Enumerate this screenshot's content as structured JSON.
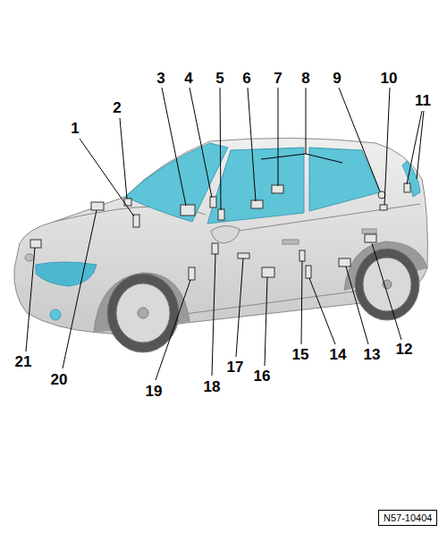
{
  "diagram": {
    "nodes": [
      {
        "text": [
          "N57-10404"
        ]
      }
    ],
    "labels": [
      "1",
      "2",
      "3",
      "4",
      "5",
      "6",
      "7",
      "8",
      "9",
      "10",
      "11",
      "12",
      "13",
      "14",
      "15",
      "16",
      "17",
      "18",
      "19",
      "20",
      "21"
    ]
  }
}
